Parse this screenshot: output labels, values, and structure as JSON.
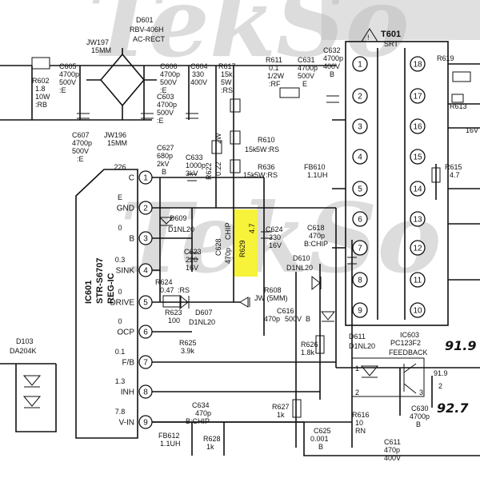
{
  "watermark": "TekSo",
  "components": {
    "d601": [
      "D601",
      "RBV-406H",
      "AC-RECT"
    ],
    "jw197": [
      "JW197",
      "15MM"
    ],
    "r602": [
      "R602",
      "1.8",
      "10W",
      ":RB"
    ],
    "c605": [
      "C605",
      "4700p",
      "500V",
      ":E"
    ],
    "c606": [
      "C606",
      "4700p",
      "500V",
      ":E"
    ],
    "c604": [
      "C604",
      "330",
      "400V"
    ],
    "r617": [
      "R617",
      "15k",
      "5W",
      ":RS"
    ],
    "r611": [
      "R611",
      "0.1",
      "1/2W",
      ":RF"
    ],
    "c631": [
      "C631",
      "4700p",
      "500V",
      "E"
    ],
    "c632": [
      "C632",
      "4700p",
      "400V",
      "B"
    ],
    "t601": [
      "T601",
      "SRT"
    ],
    "r619": "R619",
    "r613": "R613",
    "v16": "16V",
    "c603": [
      "C603",
      "4700p",
      "500V",
      ":E"
    ],
    "c607": [
      "C607",
      "4700p",
      "500V",
      ":E"
    ],
    "jw196": [
      "JW196",
      "15MM"
    ],
    "c627": [
      "C627",
      "680p",
      "2kV",
      "B"
    ],
    "c633": [
      "C633",
      "1000p",
      "3kV"
    ],
    "r622": [
      "R622",
      "0.22",
      "2W"
    ],
    "r610": [
      "R610",
      "15k",
      "5W",
      ":RS"
    ],
    "r636": [
      "R636",
      "15k",
      "5W",
      ":RS"
    ],
    "fb610": [
      "FB610",
      "1.1UH"
    ],
    "r615": [
      "R615",
      "4.7"
    ],
    "ic601": [
      "IC601",
      "STR-S6707",
      "REG-IC"
    ],
    "d609": [
      "D609",
      "D1NL20"
    ],
    "c628": [
      "C628",
      "470p",
      "CHIP"
    ],
    "r629": [
      "R629",
      "4.7"
    ],
    "c624": [
      "C624",
      "330",
      "16V"
    ],
    "c618": [
      "C618",
      "470p",
      "B:CHIP"
    ],
    "c623": [
      "C623",
      "220",
      "16V"
    ],
    "d610": [
      "D610",
      "D1NL20"
    ],
    "r624": [
      "R624",
      "0.47",
      ":RS"
    ],
    "r608": [
      "R608",
      "JW (5MM)"
    ],
    "r623": [
      "R623",
      "100"
    ],
    "d607": [
      "D607",
      "D1NL20"
    ],
    "c616": [
      "C616",
      "470p",
      "500V",
      "B"
    ],
    "d611": [
      "D611",
      "D1NL20"
    ],
    "ic603": [
      "IC603",
      "PC123F2",
      "FEEDBACK"
    ],
    "r625": [
      "R625",
      "3.9k"
    ],
    "r626": [
      "R626",
      "1.8k"
    ],
    "d103": [
      "D103",
      "DA204K"
    ],
    "c634": [
      "C634",
      "470p",
      "B:CHIP"
    ],
    "r627": [
      "R627",
      "1k"
    ],
    "fb612": [
      "FB612",
      "1.1UH"
    ],
    "r628": [
      "R628",
      "1k"
    ],
    "c625": [
      "C625",
      "0.001",
      "B"
    ],
    "r616": [
      "R616",
      "10",
      "RN"
    ],
    "c630": [
      "C630",
      "4700p",
      "B"
    ],
    "c611": [
      "C611",
      "470p",
      "400V"
    ]
  },
  "ic_pins": [
    {
      "num": "1",
      "name": "C",
      "volt": "226"
    },
    {
      "num": "2",
      "name": "GND",
      "volt": "E"
    },
    {
      "num": "3",
      "name": "B",
      "volt": "0"
    },
    {
      "num": "4",
      "name": "SINK",
      "volt": "0.3"
    },
    {
      "num": "5",
      "name": "DRIVE",
      "volt": "0"
    },
    {
      "num": "6",
      "name": "OCP",
      "volt": "0"
    },
    {
      "num": "7",
      "name": "F/B",
      "volt": "0.1"
    },
    {
      "num": "8",
      "name": "INH",
      "volt": "1.3"
    },
    {
      "num": "9",
      "name": "V-IN",
      "volt": "7.8"
    }
  ],
  "transformer_left_pins": [
    "1",
    "2",
    "3",
    "4",
    "5",
    "6",
    "7",
    "8",
    "9"
  ],
  "transformer_right_pins": [
    "18",
    "17",
    "16",
    "15",
    "14",
    "13",
    "12",
    "11",
    "10"
  ],
  "ic603_pins": [
    "1",
    "2",
    "3"
  ],
  "handwritten": {
    "v1": "91.9",
    "v2": "91.9",
    "v3": "92.7",
    "p2": "2"
  },
  "highlight_color": "#f7f23a"
}
